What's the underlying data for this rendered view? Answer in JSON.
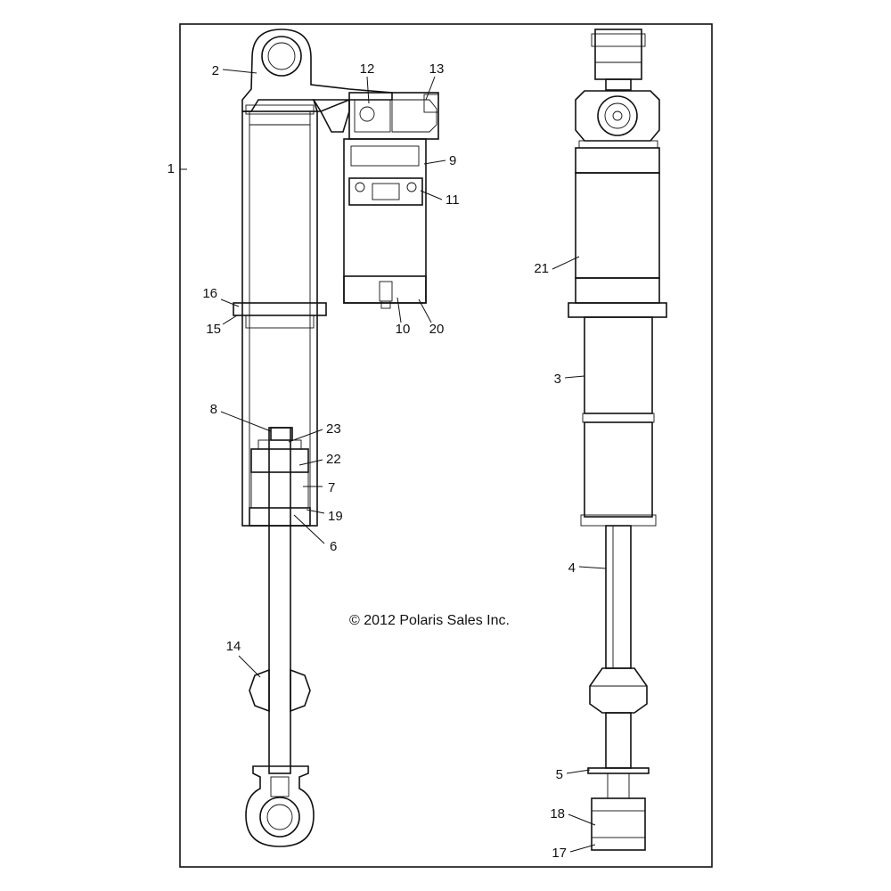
{
  "copyright": "© 2012 Polaris Sales Inc.",
  "callouts": {
    "c1": "1",
    "c2": "2",
    "c3": "3",
    "c4": "4",
    "c5": "5",
    "c6": "6",
    "c7": "7",
    "c8": "8",
    "c9": "9",
    "c10": "10",
    "c11": "11",
    "c12": "12",
    "c13": "13",
    "c14": "14",
    "c15": "15",
    "c16": "16",
    "c17": "17",
    "c18": "18",
    "c19": "19",
    "c20": "20",
    "c21": "21",
    "c22": "22",
    "c23": "23"
  },
  "colors": {
    "line": "#111111",
    "background": "#ffffff"
  }
}
